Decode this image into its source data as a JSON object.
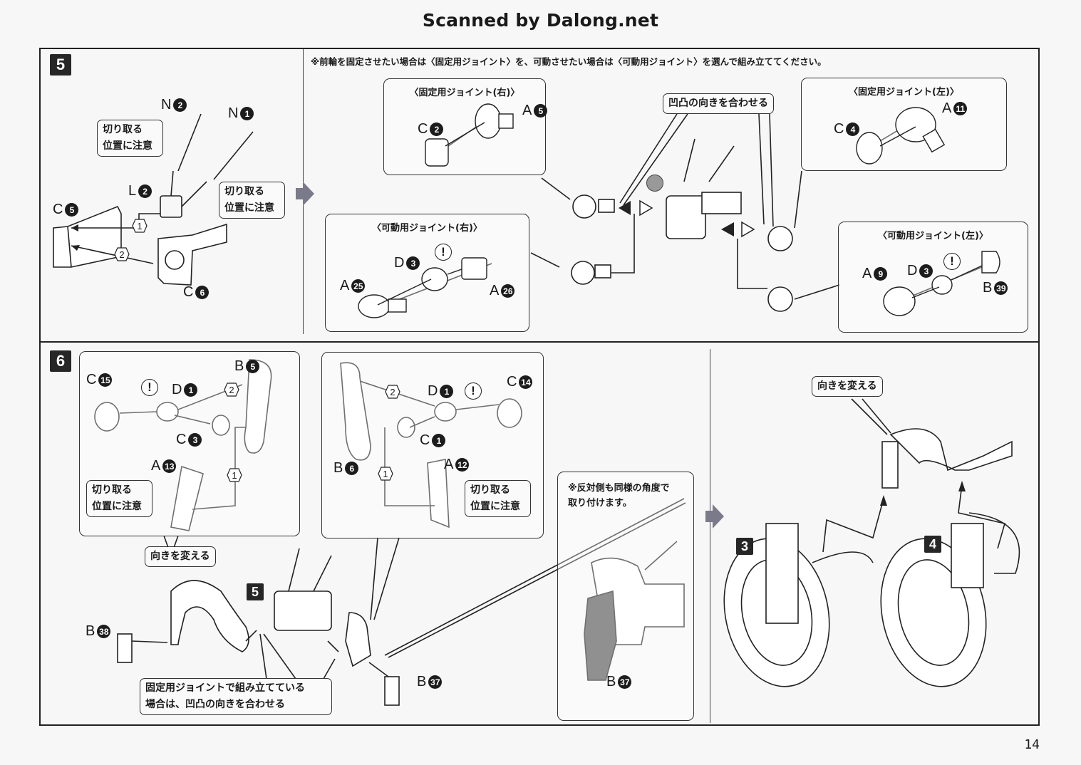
{
  "header": {
    "scan_credit": "Scanned by Dalong.net"
  },
  "page_number": "14",
  "colors": {
    "ink": "#1a1a1a",
    "paper": "#f7f7f7",
    "step_badge": "#262626",
    "next_arrow": "#7a7a8a"
  },
  "step5": {
    "badge": "5",
    "note": "※前輪を固定させたい場合は〈固定用ジョイント〉を、可動させたい場合は〈可動用ジョイント〉を選んで組み立ててください。",
    "left": {
      "parts": [
        {
          "letter": "N",
          "num": "2"
        },
        {
          "letter": "N",
          "num": "1"
        },
        {
          "letter": "L",
          "num": "2"
        },
        {
          "letter": "C",
          "num": "5"
        },
        {
          "letter": "C",
          "num": "6"
        }
      ],
      "callouts": [
        "切り取る\n位置に注意",
        "切り取る\n位置に注意"
      ],
      "order_marks": [
        "1",
        "2"
      ]
    },
    "fixed_right": {
      "title": "〈固定用ジョイント(右)〉",
      "parts": [
        {
          "letter": "C",
          "num": "2"
        },
        {
          "letter": "A",
          "num": "5"
        }
      ]
    },
    "movable_right": {
      "title": "〈可動用ジョイント(右)〉",
      "parts": [
        {
          "letter": "D",
          "num": "3"
        },
        {
          "letter": "A",
          "num": "25"
        },
        {
          "letter": "A",
          "num": "26"
        }
      ],
      "caution": "!"
    },
    "center_callout": "凹凸の向きを合わせる",
    "fixed_left": {
      "title": "〈固定用ジョイント(左)〉",
      "parts": [
        {
          "letter": "C",
          "num": "4"
        },
        {
          "letter": "A",
          "num": "11"
        }
      ]
    },
    "movable_left": {
      "title": "〈可動用ジョイント(左)〉",
      "parts": [
        {
          "letter": "A",
          "num": "9"
        },
        {
          "letter": "D",
          "num": "3"
        },
        {
          "letter": "B",
          "num": "39"
        }
      ],
      "caution": "!"
    }
  },
  "step6": {
    "badge": "6",
    "left_box": {
      "parts": [
        {
          "letter": "C",
          "num": "15"
        },
        {
          "letter": "D",
          "num": "1"
        },
        {
          "letter": "B",
          "num": "5"
        },
        {
          "letter": "C",
          "num": "3"
        },
        {
          "letter": "A",
          "num": "13"
        }
      ],
      "callout": "切り取る\n位置に注意",
      "order_marks": [
        "2",
        "1"
      ],
      "caution": "!"
    },
    "right_box": {
      "parts": [
        {
          "letter": "D",
          "num": "1"
        },
        {
          "letter": "C",
          "num": "14"
        },
        {
          "letter": "C",
          "num": "1"
        },
        {
          "letter": "B",
          "num": "6"
        },
        {
          "letter": "A",
          "num": "12"
        }
      ],
      "callout": "切り取る\n位置に注意",
      "order_marks": [
        "2",
        "1"
      ],
      "caution": "!"
    },
    "turn_callout": "向きを変える",
    "sub_badge": "5",
    "parts_bottom": [
      {
        "letter": "B",
        "num": "38"
      },
      {
        "letter": "B",
        "num": "37"
      }
    ],
    "bottom_callout": "固定用ジョイントで組み立てている\n場合は、凹凸の向きを合わせる",
    "detail_box": {
      "note": "※反対側も同様の角度で\n取り付けます。",
      "part": {
        "letter": "B",
        "num": "37"
      }
    },
    "final": {
      "turn_callout": "向きを変える",
      "sub_badges": [
        "3",
        "4"
      ]
    }
  }
}
